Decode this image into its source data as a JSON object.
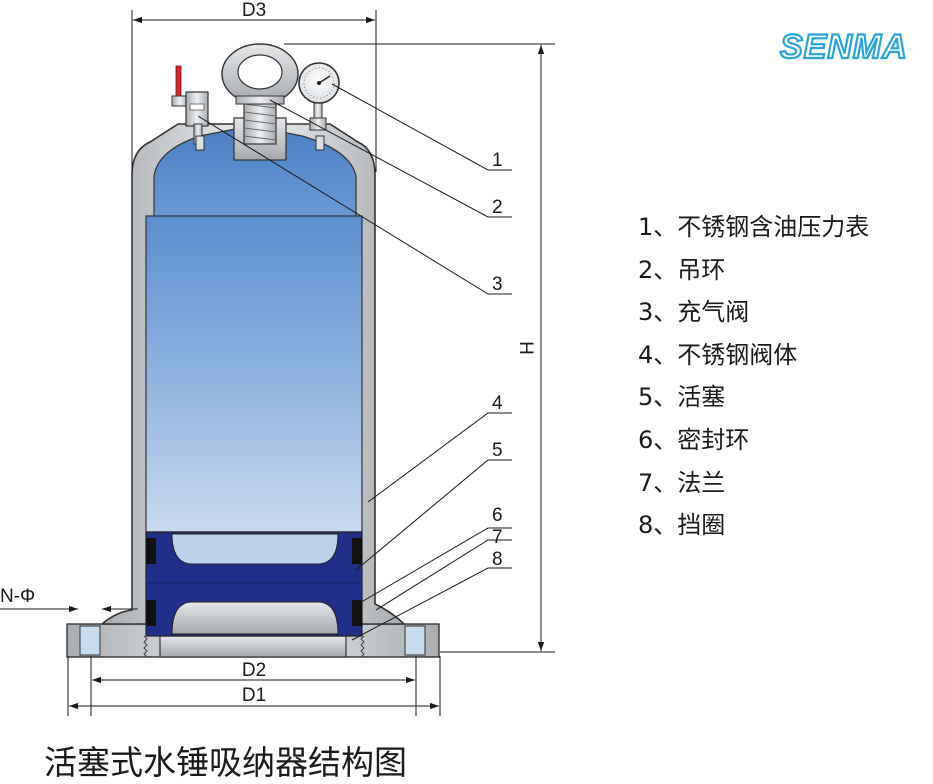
{
  "logo": {
    "text": "SENMA",
    "color": "#2aa4dc"
  },
  "dimensions": {
    "top": "D3",
    "height": "H",
    "inner_bottom": "D2",
    "outer_bottom": "D1",
    "holes": "N-Φ"
  },
  "callouts": [
    "1",
    "2",
    "3",
    "4",
    "5",
    "6",
    "7",
    "8"
  ],
  "legend": [
    "1、不锈钢含油压力表",
    "2、吊环",
    "3、充气阀",
    "4、不锈钢阀体",
    "5、活塞",
    "6、密封环",
    "7、法兰",
    "8、挡圈"
  ],
  "caption": "活塞式水锤吸纳器结构图",
  "colors": {
    "body_steel": "#c9cccf",
    "chamber_blue": "#5b8fcf",
    "piston_navy": "#1f2f8a",
    "seal_black": "#111111",
    "valve_handle": "#d42a2a"
  }
}
